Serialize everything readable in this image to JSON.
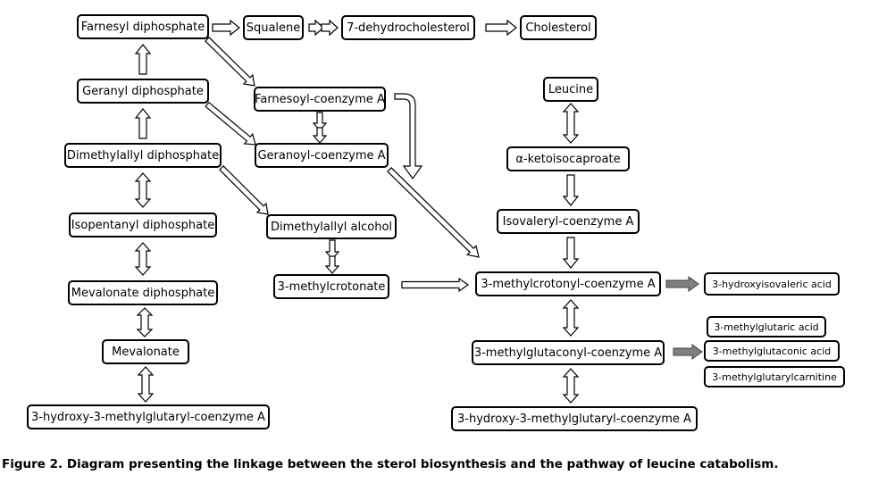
{
  "nodes": {
    "farnesyl_diphosphate": "Farnesyl diphosphate",
    "squalene": "Squalene",
    "dehydrocholesterol": "7-dehydrocholesterol",
    "cholesterol": "Cholesterol",
    "geranyl_diphosphate": "Geranyl diphosphate",
    "dimethylallyl_diphosphate": "Dimethylallyl diphosphate",
    "isopentanyl_diphosphate": "Isopentanyl diphosphate",
    "mevalonate_diphosphate": "Mevalonate diphosphate",
    "mevalonate": "Mevalonate",
    "hmg_coa_left": "3-hydroxy-3-methylglutaryl-coenzyme A",
    "farnesoyl_coa": "Farnesoyl-coenzyme A",
    "geranoyl_coa": "Geranoyl-coenzyme A",
    "dimethylallyl_alcohol": "Dimethylallyl alcohol",
    "methylcrotonate": "3-methylcrotonate",
    "leucine": "Leucine",
    "ketoisocaproate": "α-ketoisocaproate",
    "isovaleryl_coa": "Isovaleryl-coenzyme A",
    "methylcrotonyl_coa": "3-methylcrotonyl-coenzyme A",
    "hydroxyisovaleric_acid": "3-hydroxyisovaleric acid",
    "methylglutaconyl_coa": "3-methylglutaconyl-coenzyme A",
    "methylglutaric_acid": "3-methylglutaric acid",
    "methylglutaconic_acid": "3-methylglutaconic acid",
    "methylglutarylcarnitine": "3-methylglutarylcarnitine",
    "hmg_coa_right": "3-hydroxy-3-methylglutaryl-coenzyme A"
  },
  "caption": "Figure 2. Diagram presenting the linkage between the sterol biosynthesis and the pathway of leucine catabolism.",
  "colors": {
    "line": "#000000",
    "fill": "#ffffff",
    "product_arrow": "#808080"
  }
}
